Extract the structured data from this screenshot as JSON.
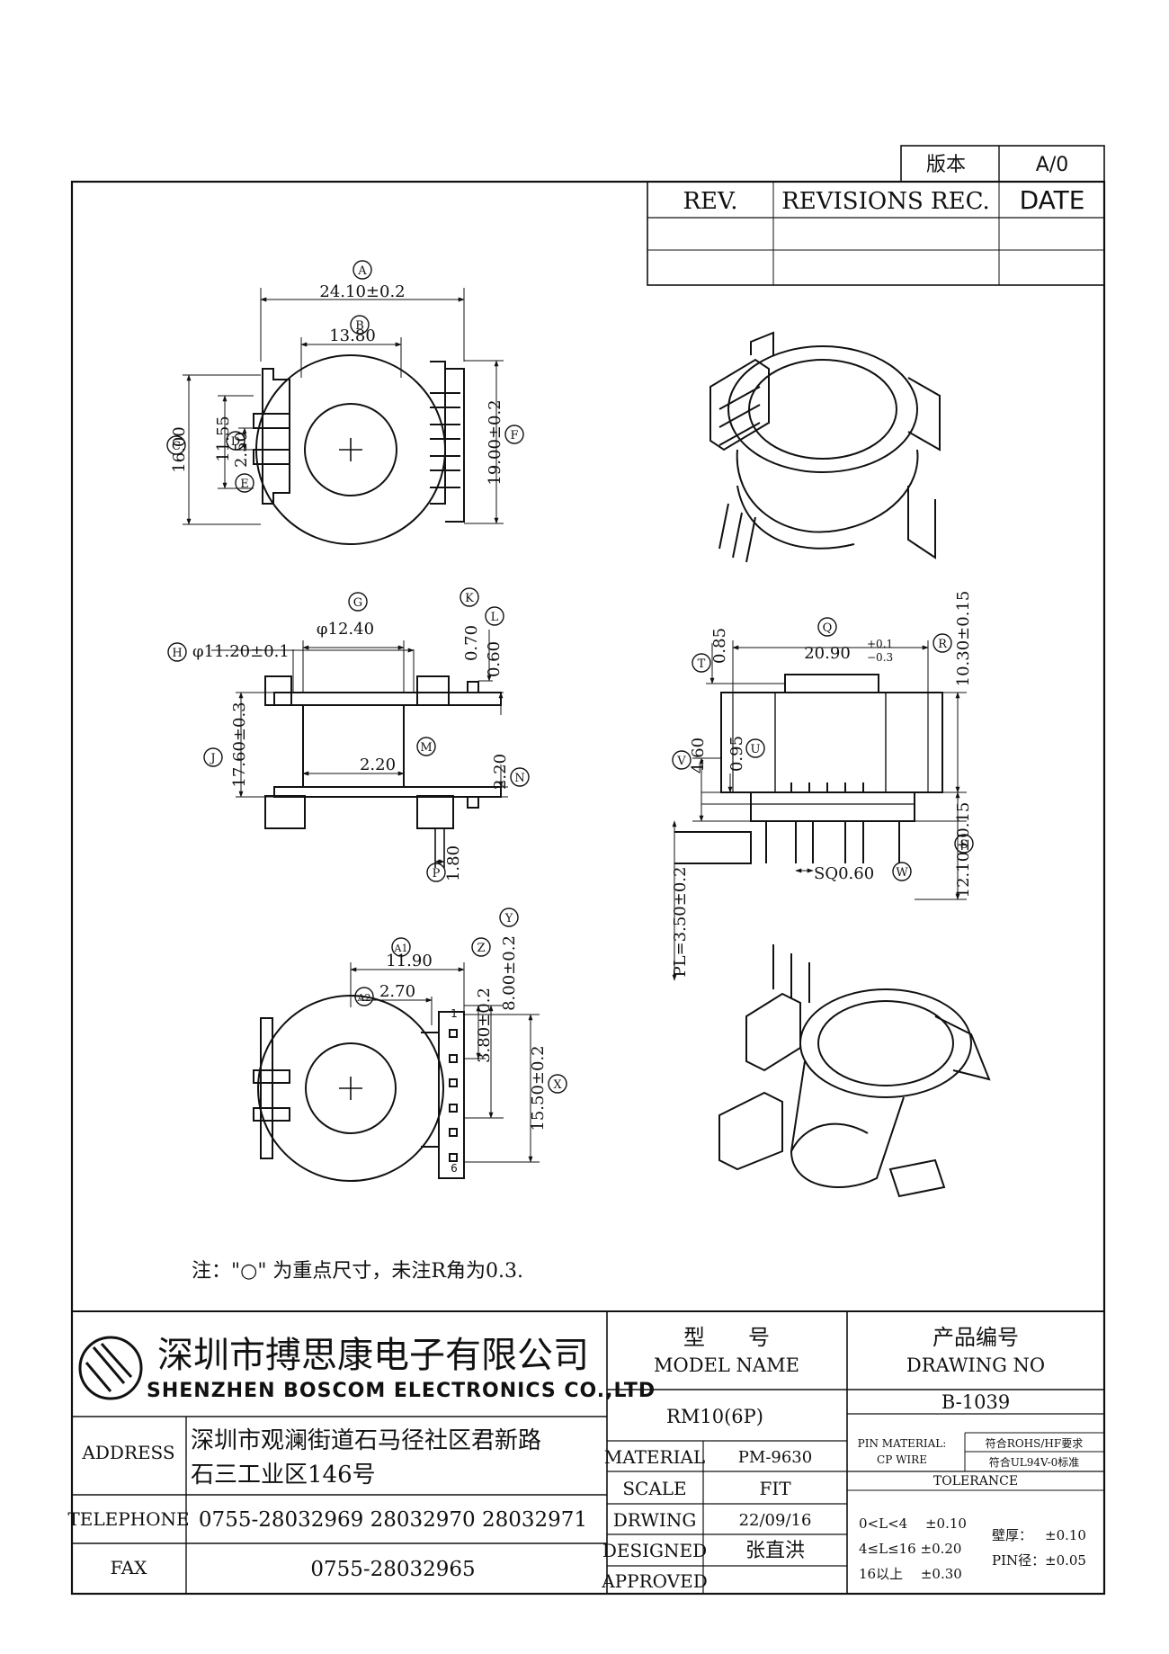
{
  "revision_block": {
    "version_label": "版本",
    "version_value": "A/0",
    "rev_header": "REV.",
    "revisions_header": "REVISIONS REC.",
    "date_header": "DATE"
  },
  "callouts": {
    "A": "A",
    "B": "B",
    "C": "C",
    "D": "D",
    "E": "E",
    "F": "F",
    "G": "G",
    "H": "H",
    "J": "J",
    "K": "K",
    "L": "L",
    "M": "M",
    "N": "N",
    "P": "P",
    "Q": "Q",
    "R": "R",
    "S": "S",
    "T": "T",
    "U": "U",
    "V": "V",
    "W": "W",
    "X": "X",
    "Y": "Y",
    "Z": "Z",
    "A1": "A1",
    "A2": "A2"
  },
  "dimensions": {
    "A": "24.10±0.2",
    "B": "13.80",
    "C": "16.00",
    "D": "11.55",
    "E": "2.50",
    "F": "19.00±0.2",
    "G": "φ12.40",
    "H": "φ11.20±0.1",
    "J": "17.60±0.3",
    "K": "0.70",
    "L": "0.60",
    "M": "2.20",
    "N": "2.20",
    "P": "1.80",
    "Q_base": "20.90",
    "Q_plus": "+0.1",
    "Q_minus": "−0.3",
    "R": "10.30±0.15",
    "S": "12.10±0.15",
    "T": "0.85",
    "U": "0.95",
    "V": "4.60",
    "W": "SQ0.60",
    "PL": "PL=3.50±0.2",
    "A1": "11.90",
    "A2": "2.70",
    "Z": "3.80±0.2",
    "Y": "8.00±0.2",
    "X": "15.50±0.2"
  },
  "pin_labels": {
    "pin1": "1",
    "pin6": "6"
  },
  "note": "注：\"○\" 为重点尺寸，未注R角为0.3.",
  "title_block": {
    "company_cn": "深圳市搏思康电子有限公司",
    "company_en": "SHENZHEN BOSCOM ELECTRONICS CO.,LTD",
    "model_label_cn": "型　　号",
    "model_label_en": "MODEL NAME",
    "model_value": "RM10(6P)",
    "drawing_no_label_cn": "产品编号",
    "drawing_no_label_en": "DRAWING NO",
    "drawing_no_value": "B-1039",
    "address_label": "ADDRESS",
    "address_line1": "深圳市观澜街道石马径社区君新路",
    "address_line2": "石三工业区146号",
    "telephone_label": "TELEPHONE",
    "telephone_value": "0755-28032969 28032970 28032971",
    "fax_label": "FAX",
    "fax_value": "0755-28032965",
    "material_label": "MATERIAL",
    "material_value": "PM-9630",
    "scale_label": "SCALE",
    "scale_value": "FIT",
    "drawing_label": "DRWING",
    "drawing_value": "22/09/16",
    "designed_label": "DESIGNED",
    "designed_value": "张直洪",
    "approved_label": "APPROVED",
    "approved_value": "",
    "pin_material_label": "PIN MATERIAL:",
    "pin_material_value": "符合ROHS/HF要求",
    "cp_wire_label": "CP WIRE",
    "cp_wire_value": "符合UL94V-0标准",
    "tolerance_label": "TOLERANCE",
    "tol_1": "0<L<4　 ±0.10",
    "tol_2": "4≤L≤16 ±0.20",
    "tol_3": "16以上　 ±0.30",
    "wall_label": "壁厚：",
    "wall_value": "±0.10",
    "pin_dia_label": "PIN径：",
    "pin_dia_value": "±0.05"
  }
}
